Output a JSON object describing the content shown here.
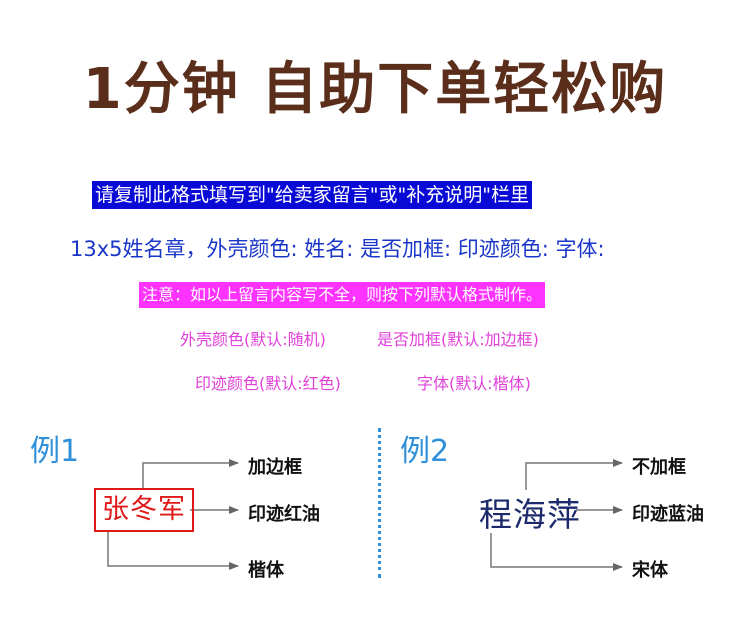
{
  "title": "1分钟  自助下单轻松购",
  "instruction_banner": "请复制此格式填写到\"给卖家留言\"或\"补充说明\"栏里",
  "order_fields": "13x5姓名章，外壳颜色:   姓名:   是否加框:   印迹颜色:   字体:",
  "notice": "注意：如以上留言内容写不全，则按下列默认格式制作。",
  "defaults": {
    "shell_color": "外壳颜色(默认:随机)",
    "frame": "是否加框(默认:加边框)",
    "ink_color": "印迹颜色(默认:红色)",
    "font": "字体(默认:楷体)"
  },
  "example1": {
    "label": "例1",
    "stamp_text": "张冬军",
    "options": [
      "加边框",
      "印迹红油",
      "楷体"
    ]
  },
  "example2": {
    "label": "例2",
    "stamp_text": "程海萍",
    "options": [
      "不加框",
      "印迹蓝油",
      "宋体"
    ]
  },
  "colors": {
    "title": "#5a2e1a",
    "banner_bg": "#0a0ad6",
    "fields_text": "#1a36c9",
    "notice_bg": "#ff33ff",
    "defaults_text": "#e040d8",
    "example_label": "#2f8fd9",
    "stamp_red": "#e01818",
    "stamp_blue": "#1c2a6b"
  }
}
